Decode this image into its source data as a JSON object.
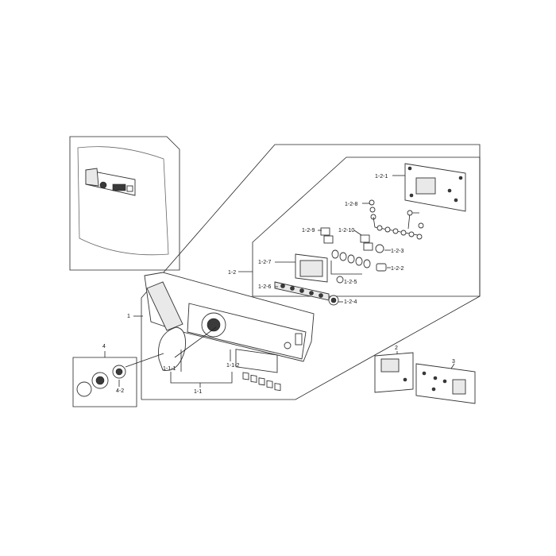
{
  "labels": {
    "p1": "1",
    "p1_1": "1-1",
    "p1_1_1": "1-1-1",
    "p1_1_2": "1-1-2",
    "p1_2": "1-2",
    "p1_2_1": "1-2-1",
    "p1_2_2": "1-2-2",
    "p1_2_3": "1-2-3",
    "p1_2_4": "1-2-4",
    "p1_2_5": "1-2-5",
    "p1_2_6": "1-2-6",
    "p1_2_7": "1-2-7",
    "p1_2_8": "1-2-8",
    "p1_2_9": "1-2-9",
    "p1_2_10": "1-2-10",
    "p2": "2",
    "p3": "3",
    "p4": "4",
    "p4_2": "4-2"
  }
}
